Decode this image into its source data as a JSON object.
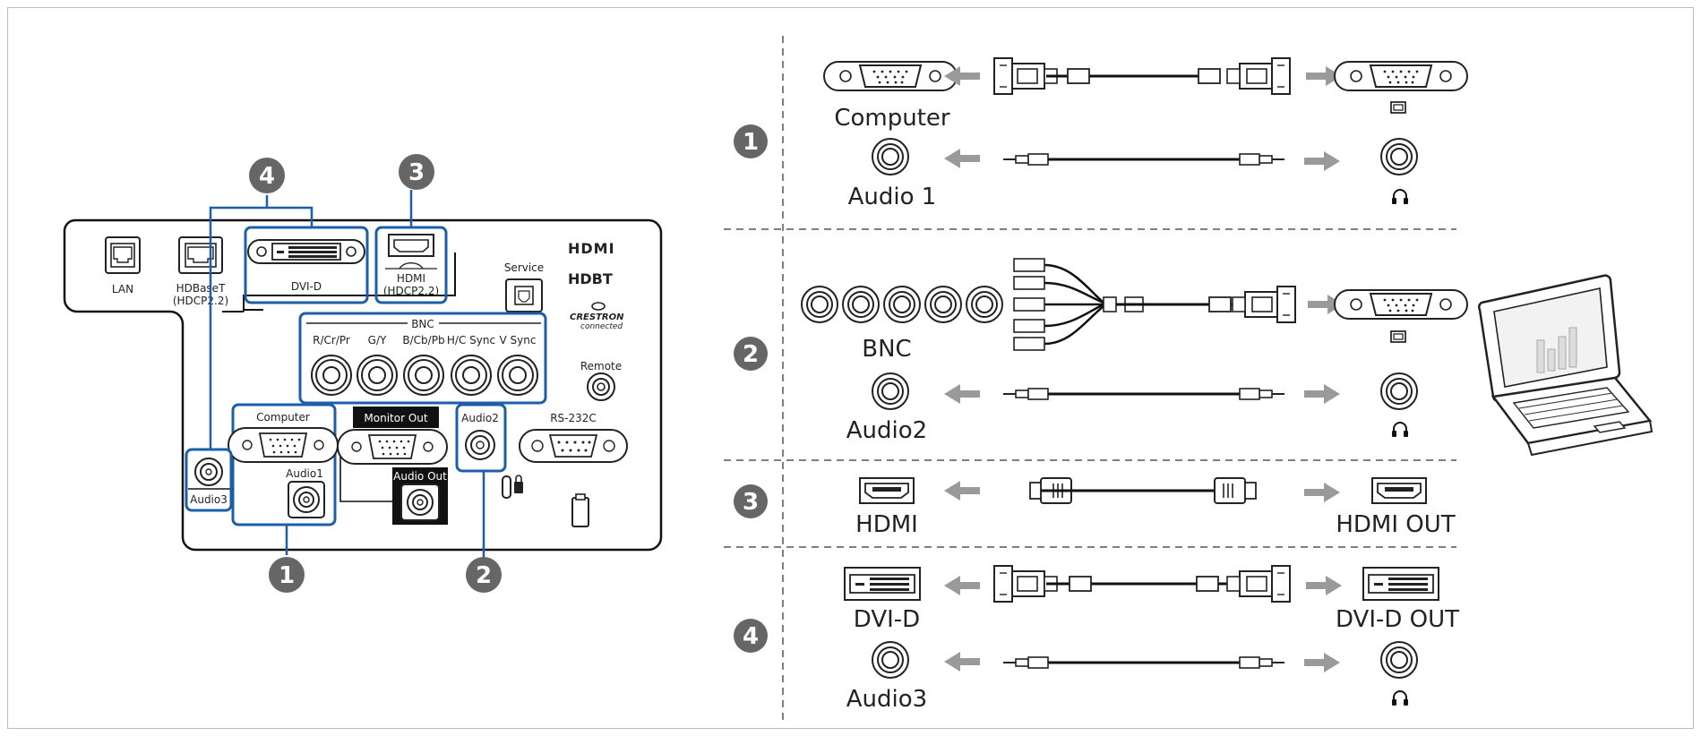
{
  "panel": {
    "ports": {
      "lan": "LAN",
      "hdbaset": "HDBaseT",
      "hdbaset_sub": "(HDCP2.2)",
      "dvid": "DVI-D",
      "hdmi": "HDMI",
      "hdmi_sub": "(HDCP2.2)",
      "service": "Service",
      "bnc": "BNC",
      "bnc_rcrpr": "R/Cr/Pr",
      "bnc_gy": "G/Y",
      "bnc_bcbpb": "B/Cb/Pb",
      "bnc_hcsync": "H/C Sync",
      "bnc_vsync": "V Sync",
      "remote": "Remote",
      "computer": "Computer",
      "audio1": "Audio1",
      "monitor_out": "Monitor Out",
      "audio_out": "Audio Out",
      "audio2": "Audio2",
      "rs232c": "RS-232C",
      "audio3": "Audio3"
    },
    "logos": {
      "hdmi": "HDMI",
      "hdbaset": "HDBT",
      "crestron": "CRESTRON",
      "crestron_sub": "connected"
    },
    "callouts": [
      "1",
      "2",
      "3",
      "4"
    ]
  },
  "connections": [
    {
      "number": "1",
      "left_label": "Computer",
      "audio_label": "Audio 1",
      "right_label": ""
    },
    {
      "number": "2",
      "left_label": "BNC",
      "audio_label": "Audio2",
      "right_label": ""
    },
    {
      "number": "3",
      "left_label": "HDMI",
      "audio_label": "",
      "right_label": "HDMI OUT"
    },
    {
      "number": "4",
      "left_label": "DVI-D",
      "audio_label": "Audio3",
      "right_label": "DVI-D OUT"
    }
  ],
  "colors": {
    "highlight": "#1c5fa8",
    "callout": "#666666",
    "arrow": "#9a9a9a",
    "line": "#111111"
  },
  "icons": [
    "monitor-icon",
    "headphone-icon",
    "laptop-icon",
    "kensington-lock-icon"
  ]
}
